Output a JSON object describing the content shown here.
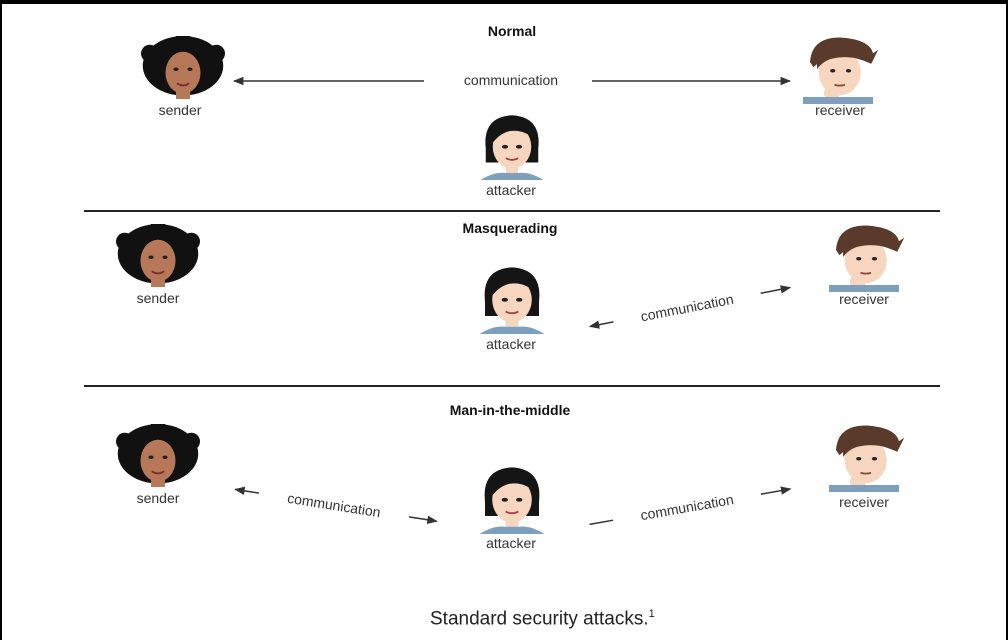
{
  "panels": {
    "normal": {
      "title": "Normal",
      "sender_label": "sender",
      "receiver_label": "receiver",
      "attacker_label": "attacker",
      "link_label": "communication"
    },
    "masquerading": {
      "title": "Masquerading",
      "sender_label": "sender",
      "receiver_label": "receiver",
      "attacker_label": "attacker",
      "link_label": "communication"
    },
    "mitm": {
      "title": "Man-in-the-middle",
      "sender_label": "sender",
      "receiver_label": "receiver",
      "attacker_label": "attacker",
      "link_left_label": "communication",
      "link_right_label": "communication"
    }
  },
  "caption": {
    "text": "Standard security attacks.",
    "footnote": "1"
  },
  "colors": {
    "sender_hair": "#111111",
    "receiver_hair": "#5a3a2a",
    "attacker_hair": "#151515",
    "skin_light": "#f6d6bf",
    "skin_dark": "#b7785a",
    "shirt": "#7f9fbf"
  }
}
